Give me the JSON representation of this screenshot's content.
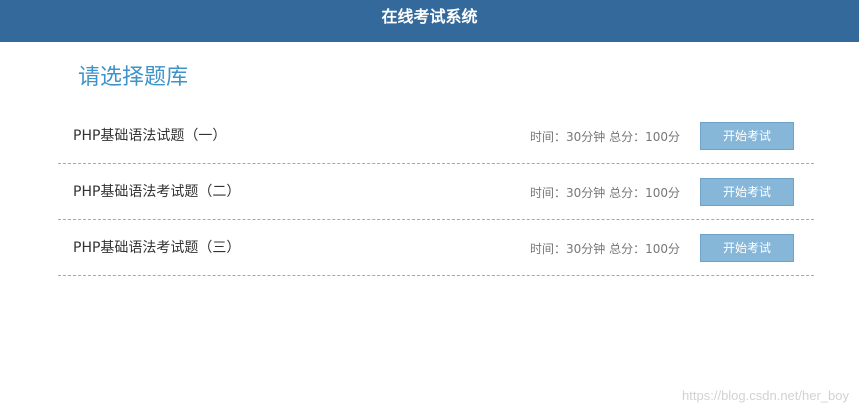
{
  "header": {
    "title": "在线考试系统"
  },
  "main": {
    "heading": "请选择题库",
    "exams": [
      {
        "name": "PHP基础语法试题（一）",
        "meta": "时间：30分钟 总分：100分",
        "button_label": "开始考试"
      },
      {
        "name": "PHP基础语法考试题（二）",
        "meta": "时间：30分钟 总分：100分",
        "button_label": "开始考试"
      },
      {
        "name": "PHP基础语法考试题（三）",
        "meta": "时间：30分钟 总分：100分",
        "button_label": "开始考试"
      }
    ]
  },
  "watermark": "https://blog.csdn.net/her_boy",
  "colors": {
    "header_bg": "#33699b",
    "heading_text": "#3e93c9",
    "button_bg": "#86b6d8"
  }
}
